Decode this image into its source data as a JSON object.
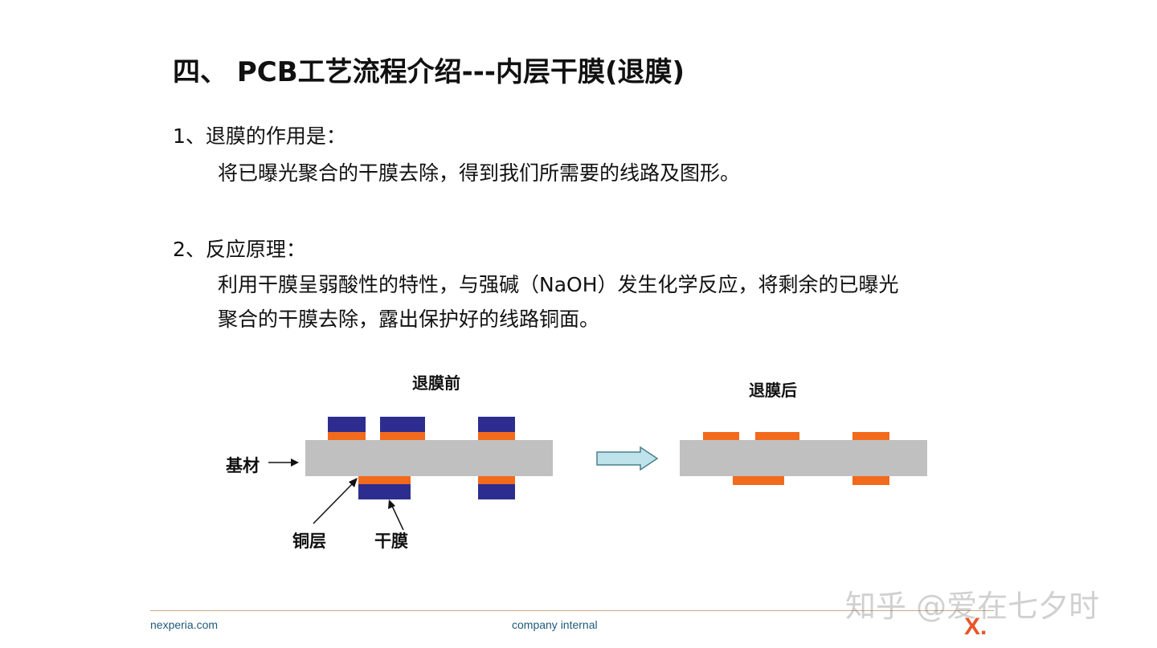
{
  "title": "四、 PCB工艺流程介绍---内层干膜(退膜)",
  "sections": [
    {
      "heading": "1、退膜的作用是：",
      "lines": [
        "将已曝光聚合的干膜去除，得到我们所需要的线路及图形。"
      ]
    },
    {
      "heading": "2、反应原理：",
      "lines": [
        "利用干膜呈弱酸性的特性，与强碱（NaOH）发生化学反应，将剩余的已曝光",
        "聚合的干膜去除，露出保护好的线路铜面。"
      ]
    }
  ],
  "diagram": {
    "before_label": "退膜前",
    "after_label": "退膜后",
    "substrate_label": "基材",
    "copper_label": "铜层",
    "film_label": "干膜",
    "colors": {
      "substrate": "#c0c0c0",
      "copper": "#f26a1b",
      "dry_film": "#2d2d8f",
      "arrow_fill": "#bfe3ea",
      "arrow_stroke": "#4a7f8c"
    }
  },
  "footer": {
    "left": "nexperia.com",
    "center": "company internal",
    "brand": "X."
  },
  "watermark": "知乎 @爱在七夕时"
}
